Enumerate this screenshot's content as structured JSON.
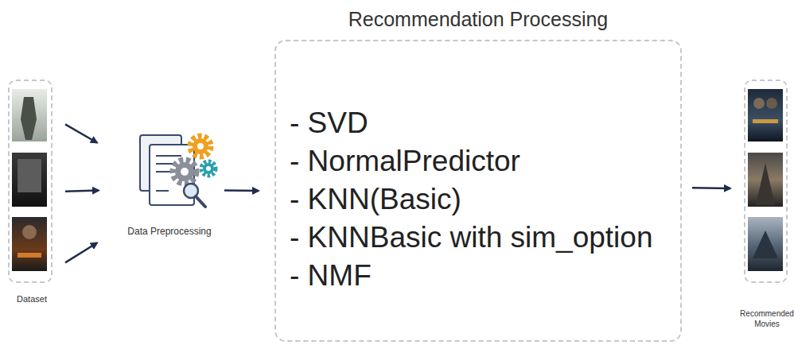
{
  "diagram": {
    "nodes": [
      {
        "text": [
          "Dataset"
        ]
      },
      {
        "text": [
          "Data Preprocessing"
        ]
      },
      {
        "text": [
          "Recommendation Processing",
          "- SVD",
          "- NormalPredictor",
          "- KNN(Basic)",
          "- KNNBasic with sim_option",
          "- NMF"
        ]
      },
      {
        "text": [
          "Recommended Movies"
        ]
      }
    ],
    "edges": [
      {
        "from": 0,
        "to": 1,
        "arrow": "to"
      },
      {
        "from": 0,
        "to": 1,
        "arrow": "to"
      },
      {
        "from": 0,
        "to": 1,
        "arrow": "to"
      },
      {
        "from": 1,
        "to": 2,
        "arrow": "to"
      },
      {
        "from": 2,
        "to": 3,
        "arrow": "to"
      }
    ]
  }
}
